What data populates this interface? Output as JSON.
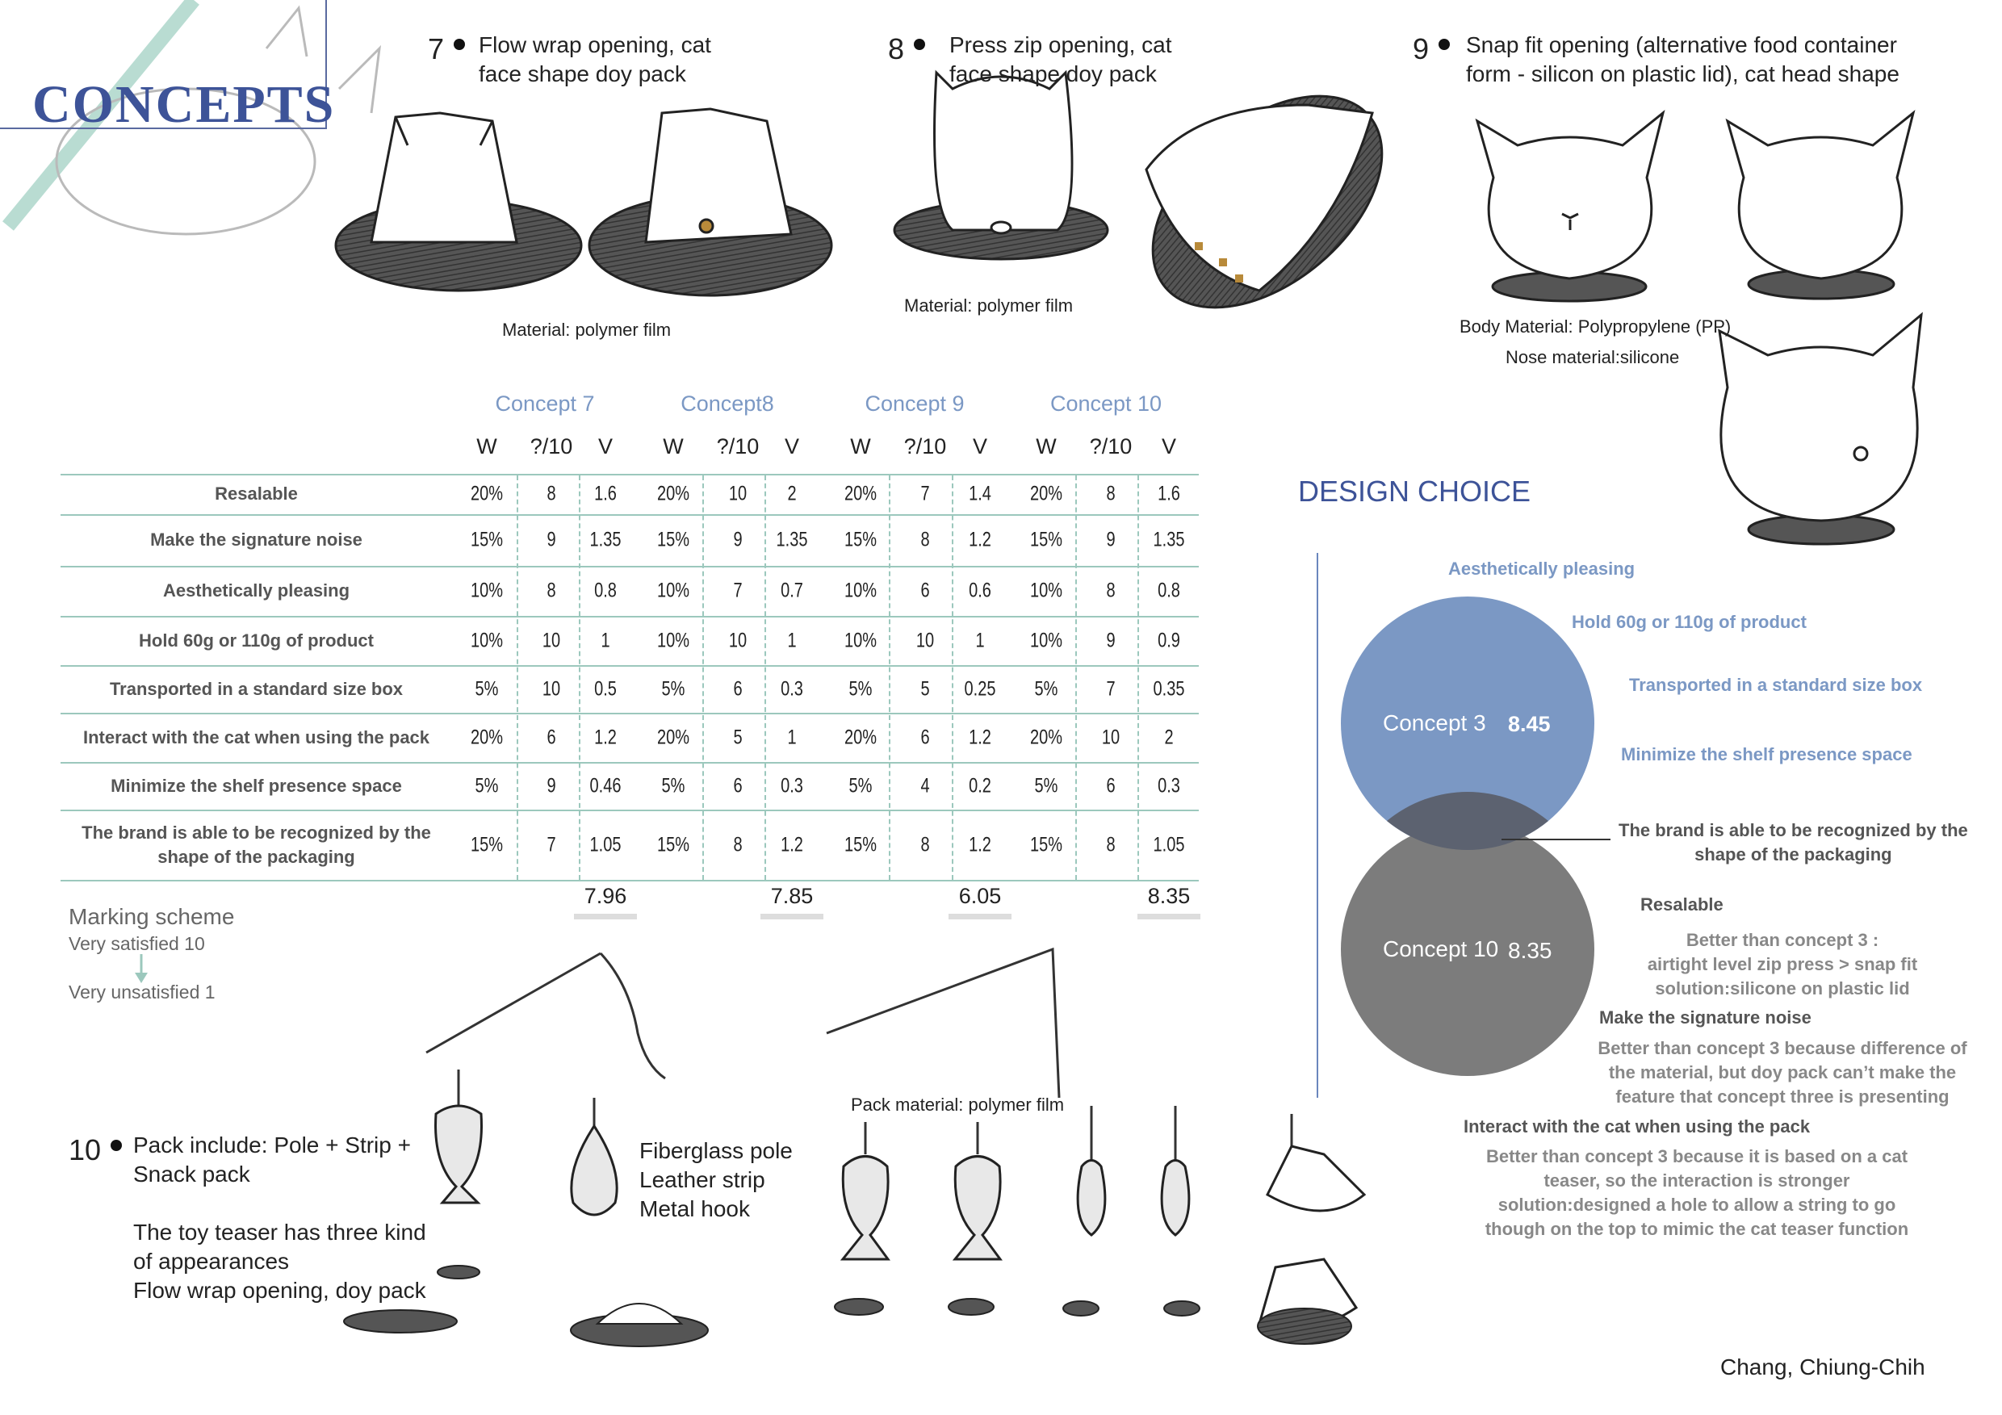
{
  "title": "CONCEPTS",
  "concepts": [
    {
      "number": "7",
      "heading": [
        "Flow wrap opening, cat",
        "face shape doy pack"
      ],
      "material": "Material: polymer film"
    },
    {
      "number": "8",
      "heading": [
        "Press zip opening, cat",
        "face shape doy pack"
      ],
      "material": "Material: polymer film"
    },
    {
      "number": "9",
      "heading": [
        "Snap fit opening (alternative food container",
        "form - silicon on plastic lid), cat head shape"
      ],
      "material": "Body Material: Polypropylene (PP)",
      "material2": "Nose material:silicone"
    }
  ],
  "table": {
    "concept_headers": [
      "Concept 7",
      "Concept8",
      "Concept 9",
      "Concept 10"
    ],
    "sub_headers": [
      "W",
      "?/10",
      "V"
    ],
    "rows": [
      {
        "label": "Resalable",
        "cells": [
          "20%",
          "8",
          "1.6",
          "20%",
          "10",
          "2",
          "20%",
          "7",
          "1.4",
          "20%",
          "8",
          "1.6"
        ]
      },
      {
        "label": "Make the signature noise",
        "cells": [
          "15%",
          "9",
          "1.35",
          "15%",
          "9",
          "1.35",
          "15%",
          "8",
          "1.2",
          "15%",
          "9",
          "1.35"
        ]
      },
      {
        "label": "Aesthetically pleasing",
        "cells": [
          "10%",
          "8",
          "0.8",
          "10%",
          "7",
          "0.7",
          "10%",
          "6",
          "0.6",
          "10%",
          "8",
          "0.8"
        ]
      },
      {
        "label": "Hold 60g or 110g of product",
        "cells": [
          "10%",
          "10",
          "1",
          "10%",
          "10",
          "1",
          "10%",
          "10",
          "1",
          "10%",
          "9",
          "0.9"
        ]
      },
      {
        "label": "Transported in a standard size box",
        "cells": [
          "5%",
          "10",
          "0.5",
          "5%",
          "6",
          "0.3",
          "5%",
          "5",
          "0.25",
          "5%",
          "7",
          "0.35"
        ]
      },
      {
        "label": "Interact with the cat when using the pack",
        "cells": [
          "20%",
          "6",
          "1.2",
          "20%",
          "5",
          "1",
          "20%",
          "6",
          "1.2",
          "20%",
          "10",
          "2"
        ]
      },
      {
        "label": "Minimize the shelf presence space",
        "cells": [
          "5%",
          "9",
          "0.46",
          "5%",
          "6",
          "0.3",
          "5%",
          "4",
          "0.2",
          "5%",
          "6",
          "0.3"
        ]
      },
      {
        "label": "The brand is able to be recognized by the shape of the packaging",
        "cells": [
          "15%",
          "7",
          "1.05",
          "15%",
          "8",
          "1.2",
          "15%",
          "8",
          "1.2",
          "15%",
          "8",
          "1.05"
        ]
      }
    ],
    "totals": [
      "7.96",
      "7.85",
      "6.05",
      "8.35"
    ]
  },
  "marking": {
    "title": "Marking scheme",
    "high": "Very satisfied 10",
    "low": "Very unsatisfied 1"
  },
  "design_choice": {
    "title": "DESIGN  CHOICE",
    "circle_a": {
      "name": "Concept 3",
      "score": "8.45",
      "color": "#7b98c4"
    },
    "circle_b": {
      "name": "Concept 10",
      "score": "8.35",
      "color": "#777777"
    },
    "blue_items": [
      "Aesthetically pleasing",
      "Hold 60g or 110g of product",
      "Transported in a standard size box",
      "Minimize the shelf presence space"
    ],
    "shared": [
      "The brand is able to be recognized by the",
      "shape of the packaging"
    ],
    "resalable": "Resalable",
    "resalable_note": [
      "Better than concept 3 :",
      "airtight level zip press > snap fit",
      "solution:silicone on plastic lid"
    ],
    "noise": "Make the signature noise",
    "noise_note": [
      "Better than concept 3 because difference of",
      "the material, but doy pack can’t make the",
      "feature that concept three is presenting"
    ],
    "interact": "Interact with the cat when using the pack",
    "interact_note": [
      "Better than concept 3 because it is based on a cat",
      "teaser, so the interaction is stronger",
      "solution:designed a hole to allow a string to go",
      "though on the top to mimic the cat teaser function"
    ]
  },
  "concept10": {
    "number": "10",
    "lines": [
      "Pack include: Pole + Strip +",
      "Snack pack",
      "The toy teaser has three kind",
      "of appearances",
      "Flow wrap opening, doy pack"
    ],
    "parts": [
      "Fiberglass pole",
      "Leather strip",
      "Metal hook"
    ],
    "material": "Pack material: polymer film"
  },
  "author": "Chang, Chiung-Chih"
}
